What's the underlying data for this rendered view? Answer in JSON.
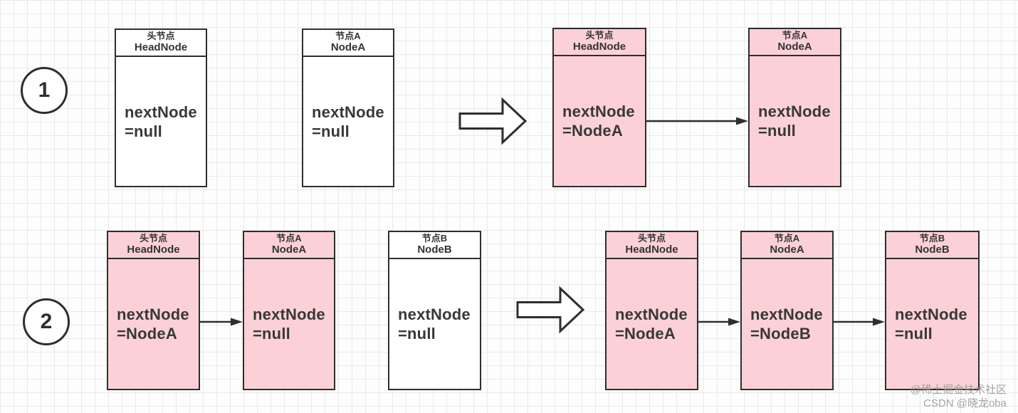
{
  "colors": {
    "node_fill_highlight": "#fbd1d7",
    "node_fill_plain": "#ffffff",
    "stroke": "#2e2e2e",
    "text": "#383838",
    "grid_line": "#e9e9e9",
    "watermark": "#949494"
  },
  "step1": {
    "badge": "1",
    "before": [
      {
        "cn": "头节点",
        "en": "HeadNode",
        "line1": "nextNode",
        "line2": "=null",
        "highlighted": false
      },
      {
        "cn": "节点A",
        "en": "NodeA",
        "line1": "nextNode",
        "line2": "=null",
        "highlighted": false
      }
    ],
    "after": [
      {
        "cn": "头节点",
        "en": "HeadNode",
        "line1": "nextNode",
        "line2": "=NodeA",
        "highlighted": true
      },
      {
        "cn": "节点A",
        "en": "NodeA",
        "line1": "nextNode",
        "line2": "=null",
        "highlighted": true
      }
    ]
  },
  "step2": {
    "badge": "2",
    "before": [
      {
        "cn": "头节点",
        "en": "HeadNode",
        "line1": "nextNode",
        "line2": "=NodeA",
        "highlighted": true
      },
      {
        "cn": "节点A",
        "en": "NodeA",
        "line1": "nextNode",
        "line2": "=null",
        "highlighted": true
      },
      {
        "cn": "节点B",
        "en": "NodeB",
        "line1": "nextNode",
        "line2": "=null",
        "highlighted": false
      }
    ],
    "after": [
      {
        "cn": "头节点",
        "en": "HeadNode",
        "line1": "nextNode",
        "line2": "=NodeA",
        "highlighted": true
      },
      {
        "cn": "节点A",
        "en": "NodeA",
        "line1": "nextNode",
        "line2": "=NodeB",
        "highlighted": true
      },
      {
        "cn": "节点B",
        "en": "NodeB",
        "line1": "nextNode",
        "line2": "=null",
        "highlighted": true
      }
    ]
  },
  "watermark": {
    "line1": "@稀土掘金技术社区",
    "line2": "CSDN @晓龙oba"
  }
}
